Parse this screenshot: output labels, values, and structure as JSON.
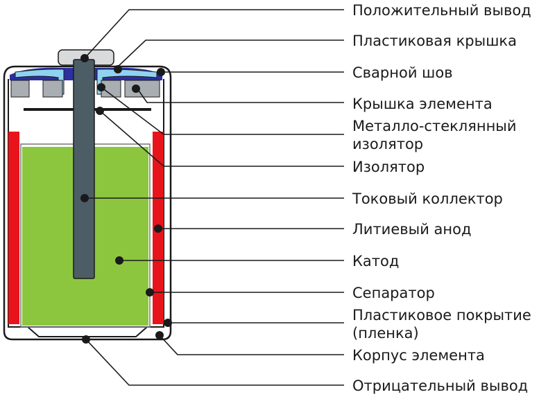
{
  "labels": [
    {
      "id": "positive-terminal",
      "text": "Положительный вывод"
    },
    {
      "id": "plastic-cap",
      "text": "Пластиковая крышка"
    },
    {
      "id": "weld-seam",
      "text": "Сварной шов"
    },
    {
      "id": "cell-lid",
      "text": "Крышка элемента"
    },
    {
      "id": "glass-metal-insulator-1",
      "text": "Металло-стеклянный"
    },
    {
      "id": "glass-metal-insulator-2",
      "text": "изолятор"
    },
    {
      "id": "insulator",
      "text": "Изолятор"
    },
    {
      "id": "current-collector",
      "text": "Токовый коллектор"
    },
    {
      "id": "lithium-anode",
      "text": "Литиевый анод"
    },
    {
      "id": "cathode",
      "text": "Катод"
    },
    {
      "id": "separator",
      "text": "Сепаратор"
    },
    {
      "id": "plastic-coating-1",
      "text": "Пластиковое покрытие"
    },
    {
      "id": "plastic-coating-2",
      "text": "(пленка)"
    },
    {
      "id": "cell-case",
      "text": "Корпус элемента"
    },
    {
      "id": "negative-terminal",
      "text": "Отрицательный вывод"
    }
  ],
  "colors": {
    "cathode": "#8cc63f",
    "anode": "#e8141b",
    "collector": "#4d5d66",
    "insulator_blue": "#8fd3f0",
    "cap_blue": "#2c2f9e",
    "metal_gray": "#a9aeb3",
    "outline": "#1a1a1a"
  }
}
